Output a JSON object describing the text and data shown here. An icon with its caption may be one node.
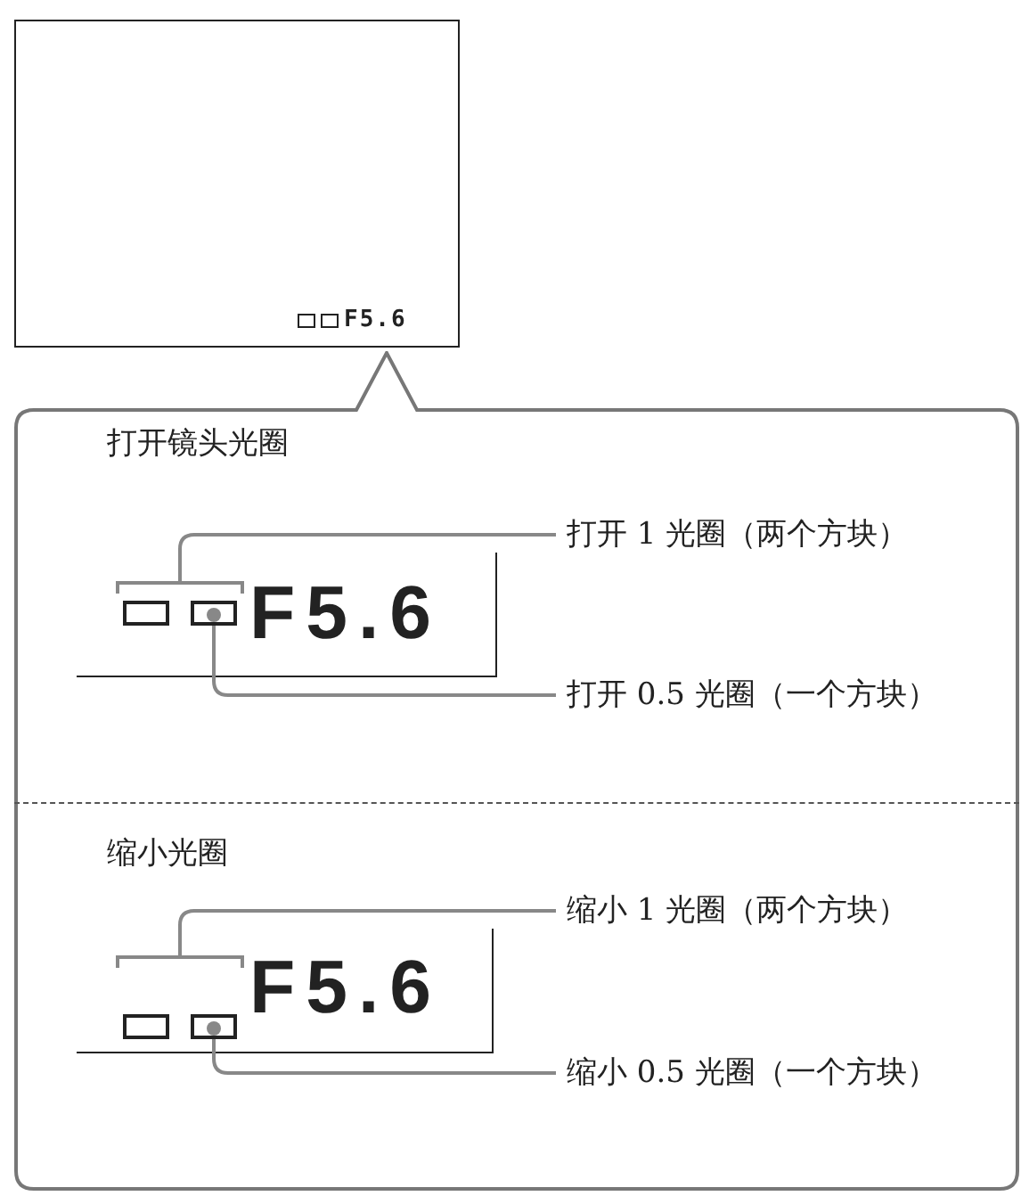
{
  "diagram": {
    "nodes": [
      {
        "text": [
          "F5.6"
        ]
      },
      {
        "text": [
          "打开镜头光圈",
          "缩小光圈"
        ]
      },
      {
        "text": [],
        "shape": "bracket",
        "in": 1
      },
      {
        "text": [],
        "shape": "box",
        "in": 1
      },
      {
        "text": [],
        "shape": "box",
        "in": 1
      },
      {
        "text": [
          "打开 1 光圈（两个方块）"
        ],
        "in": 1
      },
      {
        "text": [
          "打开 0.5 光圈（一个方块）"
        ],
        "in": 1
      },
      {
        "text": [],
        "shape": "bracket",
        "in": 1
      },
      {
        "text": [],
        "shape": "box",
        "in": 1
      },
      {
        "text": [],
        "shape": "box",
        "in": 1
      },
      {
        "text": [
          "缩小 1 光圈（两个方块）"
        ],
        "in": 1
      },
      {
        "text": [
          "缩小 0.5 光圈（一个方块）"
        ],
        "in": 1
      }
    ],
    "edges": [
      {
        "from": 5,
        "to": 2,
        "arrow": "none"
      },
      {
        "from": 6,
        "to": 4,
        "arrow": "other"
      },
      {
        "from": 10,
        "to": 7,
        "arrow": "none"
      },
      {
        "from": 11,
        "to": 9,
        "arrow": "other"
      }
    ],
    "labels": [
      "F5.6",
      "F5.6"
    ]
  }
}
